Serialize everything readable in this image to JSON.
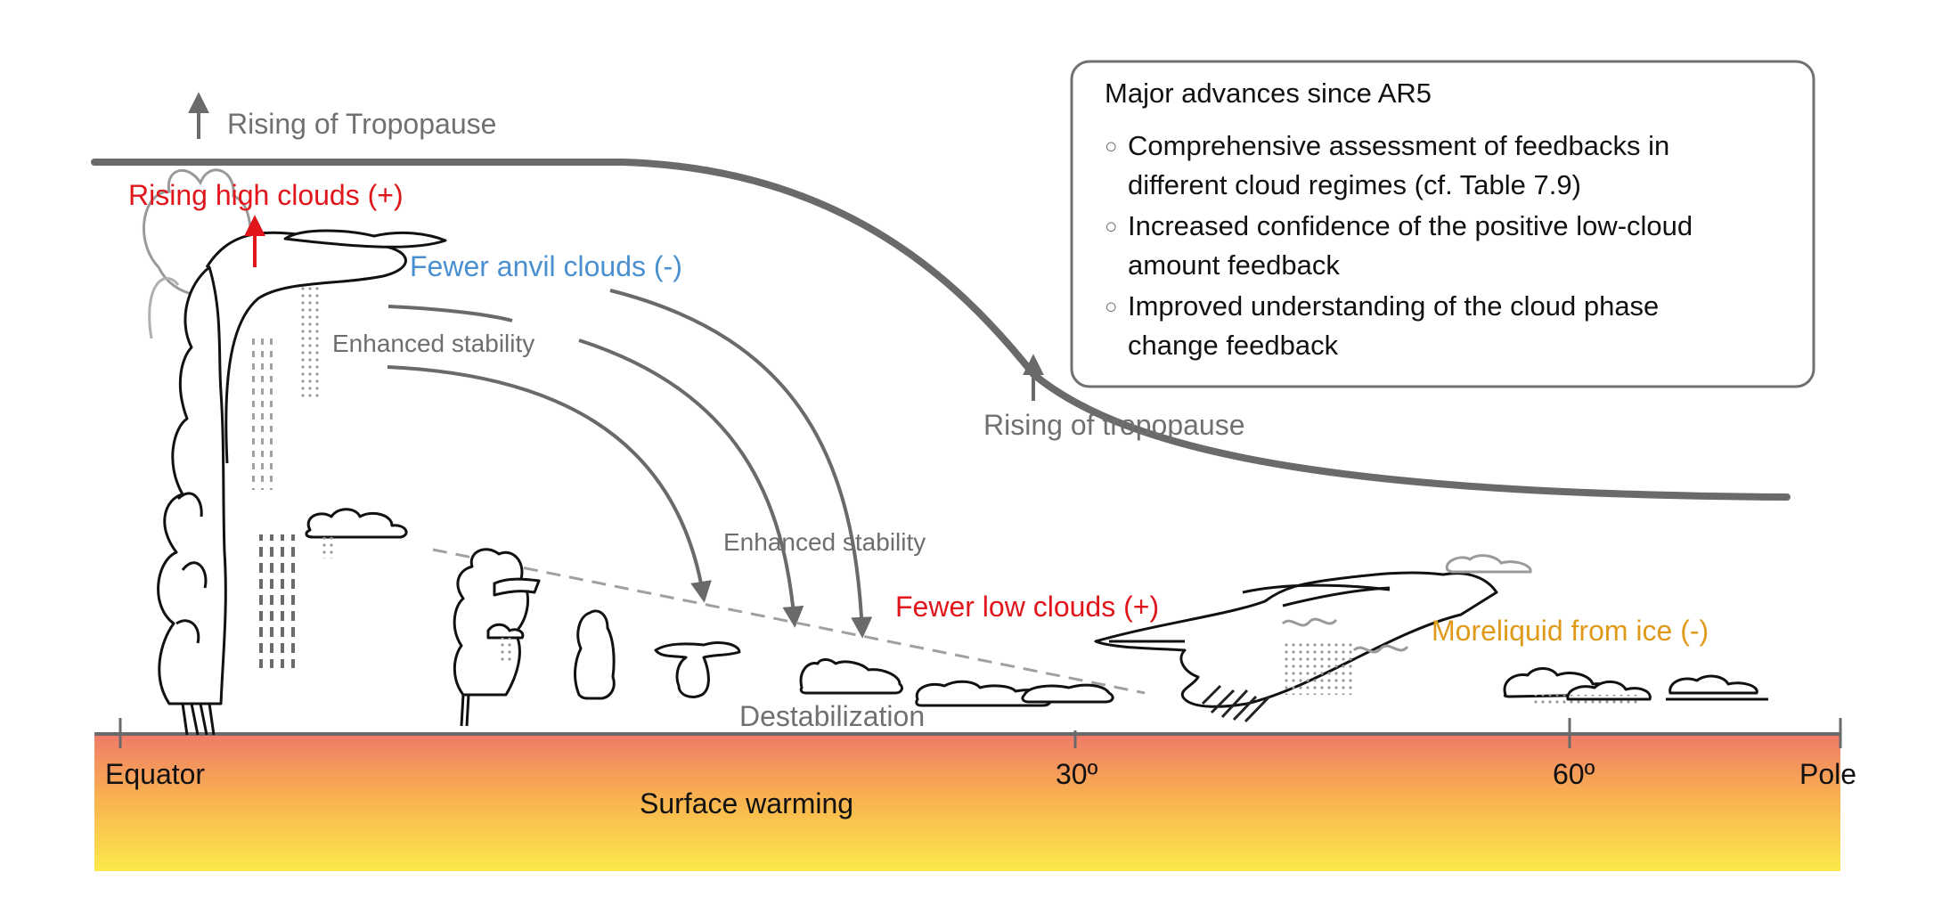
{
  "labels": {
    "rising_tropopause_left": "Rising of Tropopause",
    "rising_high_clouds": "Rising high clouds (+)",
    "fewer_anvil_clouds": "Fewer anvil clouds (-)",
    "enhanced_stability_top": "Enhanced stability",
    "enhanced_stability_mid": "Enhanced stability",
    "rising_tropopause_right": "Rising of tropopause",
    "fewer_low_clouds": "Fewer low clouds (+)",
    "more_liquid": "Moreliquid from ice (-)",
    "destabilization": "Destabilization",
    "surface_warming": "Surface warming"
  },
  "axis": {
    "ticks": [
      "Equator",
      "30º",
      "60º",
      "Pole"
    ]
  },
  "advances_box": {
    "title": "Major advances since AR5",
    "bullet_symbol": "○",
    "items": [
      {
        "line1": "Comprehensive assessment of feedbacks in",
        "line2": "different cloud regimes (cf. Table 7.9)"
      },
      {
        "line1": "Increased confidence of the positive low-cloud",
        "line2": "amount feedback"
      },
      {
        "line1": "Improved understanding of the cloud phase",
        "line2": "change feedback"
      }
    ]
  },
  "colors": {
    "positive_feedback": "#e0161b",
    "negative_feedback": "#4a90d0",
    "phase_feedback": "#e09a1a",
    "neutral_text": "#707070",
    "arrow": "#6a6a6a",
    "surface_top": "#f07a6a",
    "surface_bottom": "#fde94a"
  }
}
